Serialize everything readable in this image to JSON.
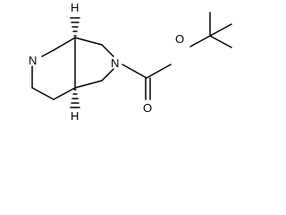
{
  "molecule": {
    "atoms": {
      "nh": "N",
      "h_top": "H",
      "n_ring": "N",
      "o_carbonyl": "O",
      "o_ester": "O",
      "h_bottom": "H"
    },
    "colors": {
      "bond": "#000000",
      "label": "#000000",
      "background": "#ffffff"
    }
  }
}
